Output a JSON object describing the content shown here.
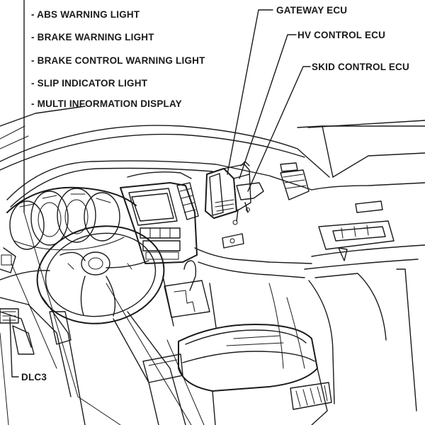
{
  "diagram": {
    "left_labels": [
      "- ABS WARNING LIGHT",
      "- BRAKE WARNING LIGHT",
      "- BRAKE CONTROL WARNING LIGHT",
      "- SLIP INDICATOR LIGHT",
      "- MULTI INFORMATION DISPLAY"
    ],
    "ecu_labels": {
      "gateway": "GATEWAY ECU",
      "hv_control": "HV CONTROL ECU",
      "skid_control": "SKID CONTROL ECU"
    },
    "dlc3_label": "DLC3"
  },
  "colors": {
    "ink": "#1a1a1a",
    "background": "#ffffff"
  }
}
